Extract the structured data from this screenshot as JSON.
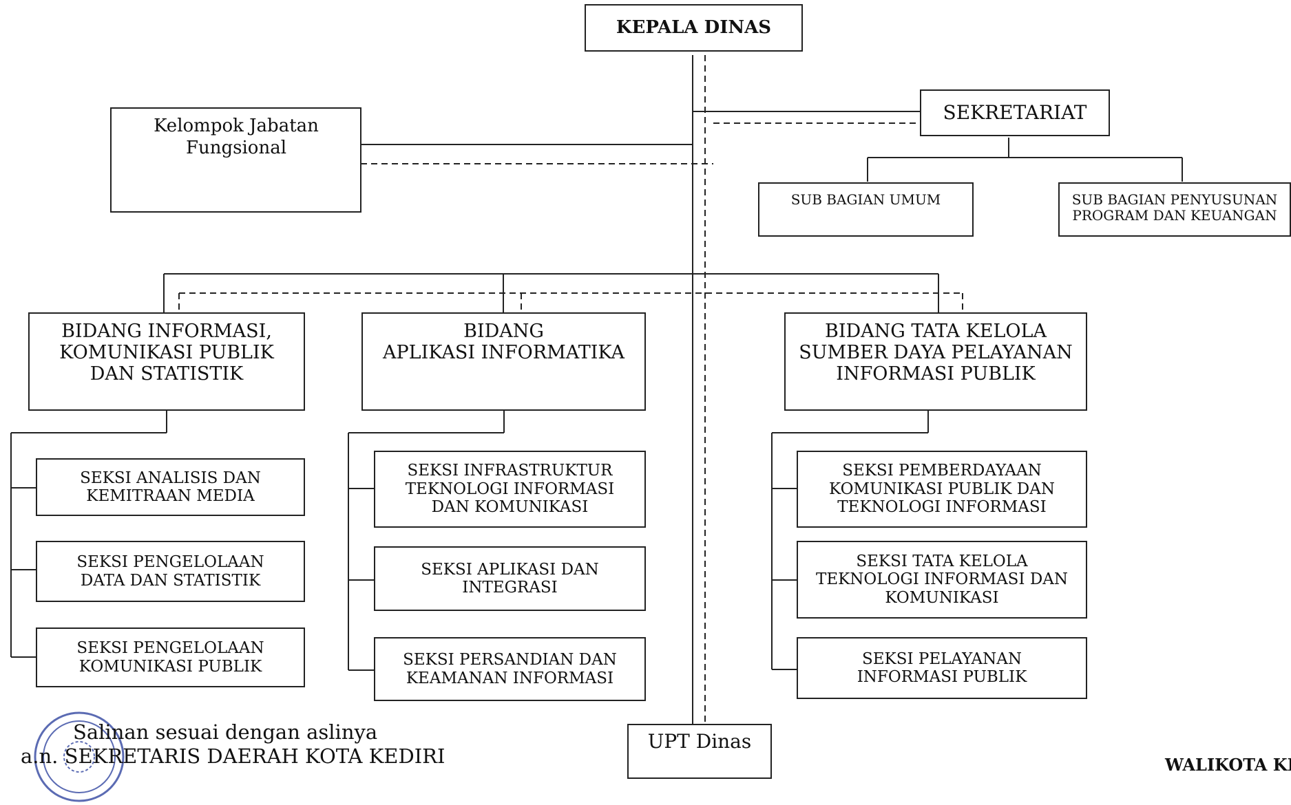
{
  "nodes": {
    "kepala": "KEPALA DINAS",
    "sekretariat": "SEKRETARIAT",
    "sub_umum": "SUB BAGIAN UMUM",
    "sub_program": "SUB BAGIAN PENYUSUNAN\nPROGRAM DAN KEUANGAN",
    "kjf": "Kelompok Jabatan\nFungsional",
    "bidang_1": "BIDANG INFORMASI,\nKOMUNIKASI PUBLIK\nDAN STATISTIK",
    "bidang_2": "BIDANG\nAPLIKASI INFORMATIKA",
    "bidang_3": "BIDANG TATA KELOLA\nSUMBER DAYA PELAYANAN\nINFORMASI PUBLIK",
    "seksi_1_1": "SEKSI ANALISIS DAN\nKEMITRAAN MEDIA",
    "seksi_1_2": "SEKSI PENGELOLAAN\nDATA DAN STATISTIK",
    "seksi_1_3": "SEKSI PENGELOLAAN\nKOMUNIKASI PUBLIK",
    "seksi_2_1": "SEKSI INFRASTRUKTUR\nTEKNOLOGI INFORMASI\nDAN KOMUNIKASI",
    "seksi_2_2": "SEKSI APLIKASI DAN\nINTEGRASI",
    "seksi_2_3": "SEKSI PERSANDIAN DAN\nKEAMANAN INFORMASI",
    "seksi_3_1": "SEKSI PEMBERDAYAAN\nKOMUNIKASI PUBLIK DAN\nTEKNOLOGI INFORMASI",
    "seksi_3_2": "SEKSI TATA KELOLA\nTEKNOLOGI INFORMASI DAN\nKOMUNIKASI",
    "seksi_3_3": "SEKSI PELAYANAN\nINFORMASI PUBLIK",
    "upt": "UPT Dinas"
  },
  "footer": {
    "salinan": "Salinan sesuai dengan aslinya",
    "an": "a.n. SEKRETARIS DAERAH KOTA KEDIRI",
    "walikota": "WALIKOTA KEDIRI"
  },
  "colors": {
    "line": "#222222",
    "stamp": "#5b6bb3"
  }
}
